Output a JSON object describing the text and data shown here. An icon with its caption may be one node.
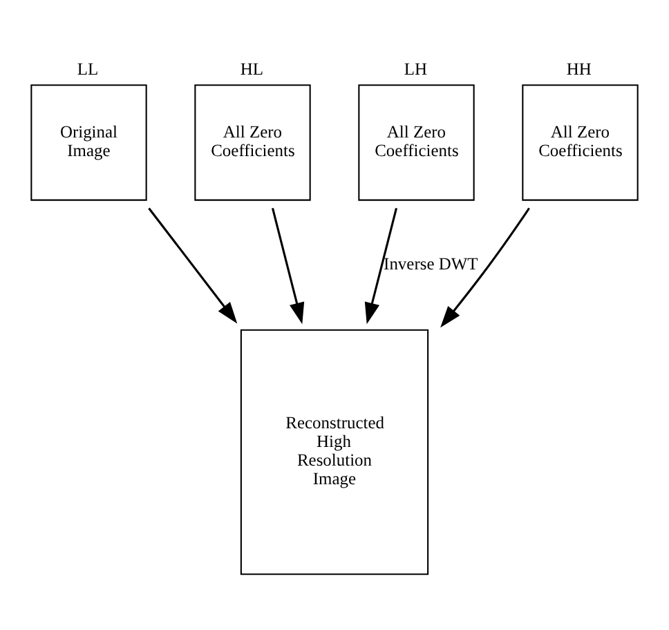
{
  "diagram": {
    "nodes": [
      {
        "text": [
          "LL",
          "Original Image"
        ]
      },
      {
        "text": [
          "HL",
          "All Zero Coefficients"
        ]
      },
      {
        "text": [
          "LH",
          "All Zero Coefficients"
        ]
      },
      {
        "text": [
          "HH",
          "All Zero Coefficients"
        ]
      },
      {
        "text": [
          "Reconstructed High Resolution Image"
        ]
      }
    ],
    "edges": [
      {
        "from": 0,
        "to": 4,
        "arrow": "to"
      },
      {
        "from": 1,
        "to": 4,
        "arrow": "to"
      },
      {
        "from": 2,
        "to": 4,
        "arrow": "to",
        "label": "Inverse DWT"
      },
      {
        "from": 3,
        "to": 4,
        "arrow": "to"
      }
    ]
  }
}
